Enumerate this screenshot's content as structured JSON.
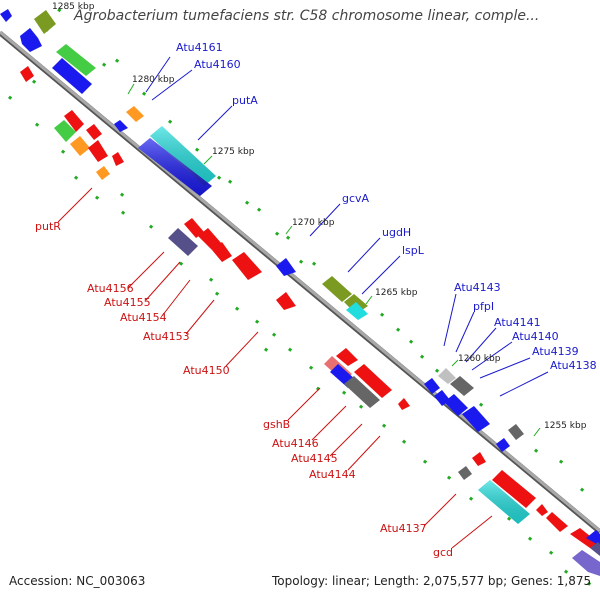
{
  "title": "Agrobacterium tumefaciens str. C58 chromosome linear, comple...",
  "footer": {
    "accession": "Accession: NC_003063",
    "summary": "Topology: linear; Length: 2,075,577 bp; Genes: 1,875"
  },
  "scale_ticks": [
    "1285 kbp",
    "1280 kbp",
    "1275 kbp",
    "1270 kbp",
    "1265 kbp",
    "1260 kbp",
    "1255 kbp"
  ],
  "gene_labels_top": [
    "Atu4161",
    "Atu4160",
    "putA",
    "gcvA",
    "ugdH",
    "lspL",
    "Atu4143",
    "pfpI",
    "Atu4141",
    "Atu4140",
    "Atu4139",
    "Atu4138"
  ],
  "gene_labels_bottom": [
    "putR",
    "Atu4156",
    "Atu4155",
    "Atu4154",
    "Atu4153",
    "Atu4150",
    "gshB",
    "Atu4146",
    "Atu4145",
    "Atu4144",
    "Atu4137",
    "gcd"
  ],
  "colors": {
    "backbone": "#8a8a8a",
    "top_label": "#1a1acc",
    "bottom_label": "#cc1111",
    "dots": "#22aa22",
    "forward_gene": "#1a1aee",
    "reverse_gene": "#ee1111",
    "orange_gene": "#ff9922",
    "olive_gene": "#7a9a22",
    "green_gene": "#44cc44",
    "cyan_gene": "#22dddd",
    "purple_gene": "#55508a",
    "gray_gene": "#666666"
  }
}
